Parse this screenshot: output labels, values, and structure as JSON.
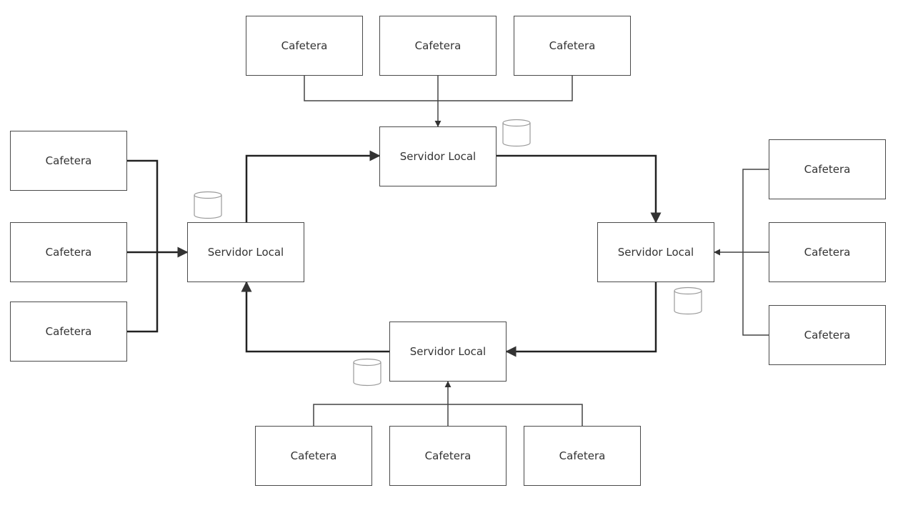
{
  "diagram": {
    "servers": {
      "top": "Servidor Local",
      "left": "Servidor Local",
      "right": "Servidor Local",
      "bottom": "Servidor Local"
    },
    "clients": {
      "top": [
        "Cafetera",
        "Cafetera",
        "Cafetera"
      ],
      "left": [
        "Cafetera",
        "Cafetera",
        "Cafetera"
      ],
      "right": [
        "Cafetera",
        "Cafetera",
        "Cafetera"
      ],
      "bottom": [
        "Cafetera",
        "Cafetera",
        "Cafetera"
      ]
    },
    "icons": {
      "database": "database-cylinder-icon"
    },
    "colors": {
      "box_border": "#4a4a4a",
      "text": "#333333",
      "connector": "#333333",
      "database_icon": "#9a9a9a"
    }
  }
}
